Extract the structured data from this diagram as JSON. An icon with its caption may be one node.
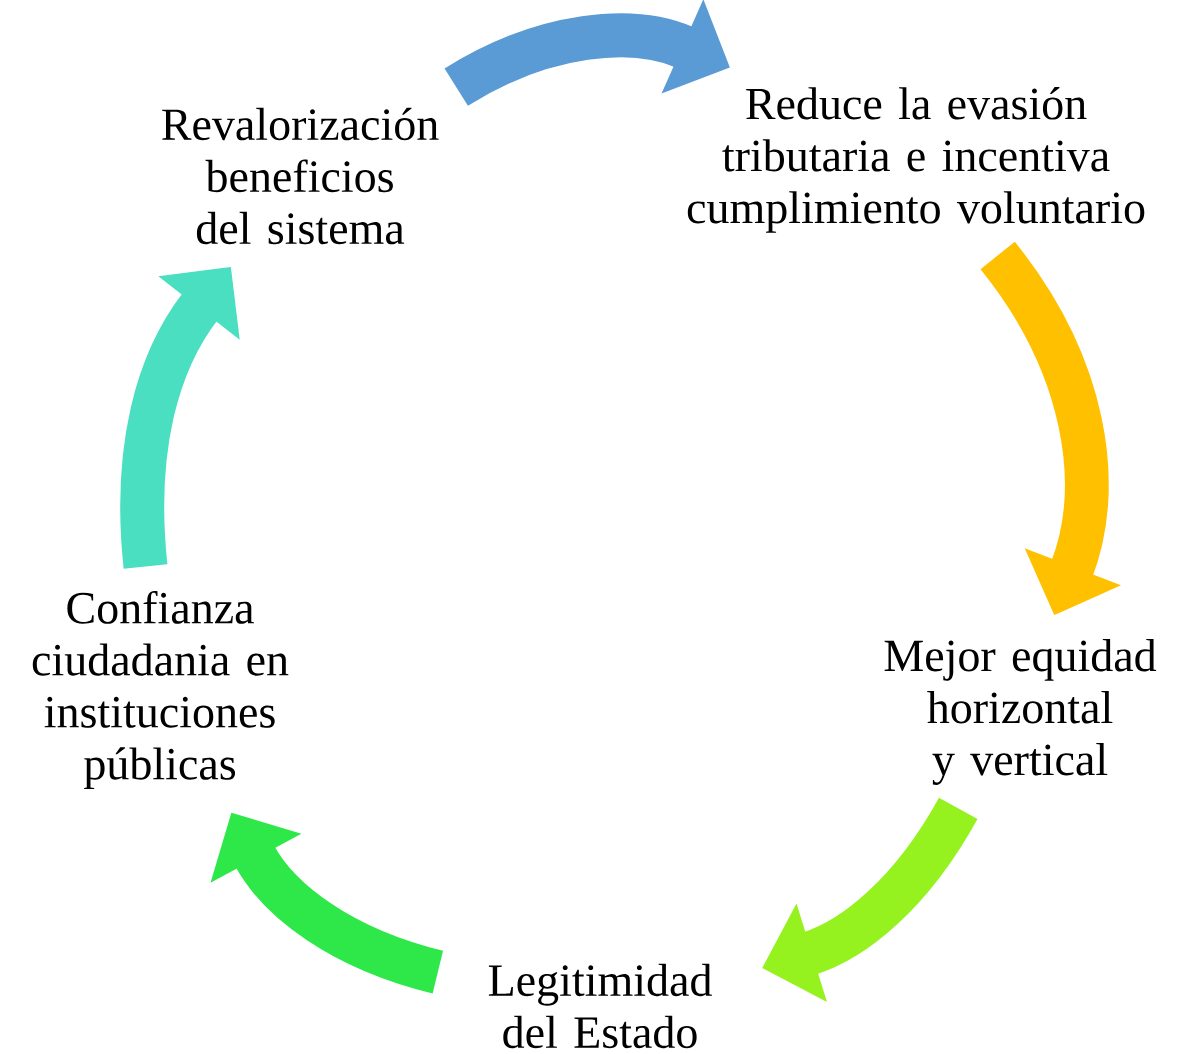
{
  "diagram": {
    "nodes": [
      {
        "text": [
          "Revalorización beneficios del sistema"
        ]
      },
      {
        "text": [
          "Reduce la evasión tributaria e incentiva cumplimiento voluntario"
        ]
      },
      {
        "text": [
          "Mejor equidad horizontal y vertical"
        ]
      },
      {
        "text": [
          "Legitimidad del Estado"
        ]
      },
      {
        "text": [
          "Confianza ciudadania en instituciones públicas"
        ]
      }
    ],
    "edges": [
      {
        "from": 0,
        "to": 1,
        "arrow": "to",
        "color": "#5b9bd5"
      },
      {
        "from": 1,
        "to": 2,
        "arrow": "to",
        "color": "#ffc000"
      },
      {
        "from": 2,
        "to": 3,
        "arrow": "to",
        "color": "#95f21f"
      },
      {
        "from": 3,
        "to": 4,
        "arrow": "to",
        "color": "#2ee84a"
      },
      {
        "from": 4,
        "to": 0,
        "arrow": "to",
        "color": "#4adfc0"
      }
    ]
  }
}
